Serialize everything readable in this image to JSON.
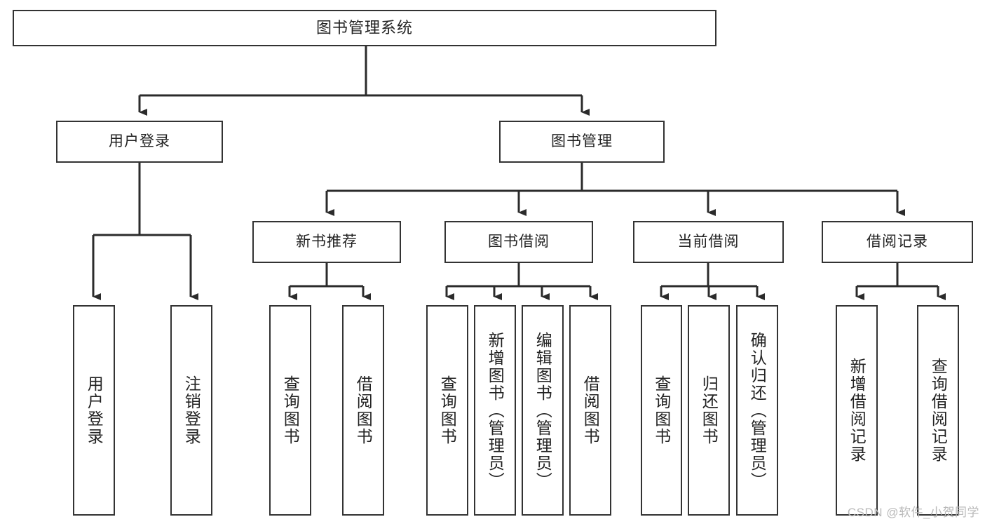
{
  "diagram": {
    "type": "hierarchy-tree",
    "title": "图书管理系统",
    "orientation": "top-down",
    "colors": {
      "box_border": "#333333",
      "box_fill": "#ffffff",
      "connector": "#2b2b2b",
      "text": "#222222",
      "watermark": "#b9b9b9",
      "background": "#ffffff"
    },
    "root": {
      "label": "图书管理系统"
    },
    "level2": [
      {
        "label": "用户登录"
      },
      {
        "label": "图书管理"
      }
    ],
    "level3": [
      {
        "label": "新书推荐"
      },
      {
        "label": "图书借阅"
      },
      {
        "label": "当前借阅"
      },
      {
        "label": "借阅记录"
      }
    ],
    "leaves": {
      "user_login": [
        {
          "label": "用户登录"
        },
        {
          "label": "注销登录"
        }
      ],
      "new_book_recommend": [
        {
          "label": "查询图书"
        },
        {
          "label": "借阅图书"
        }
      ],
      "book_borrow": [
        {
          "label": "查询图书"
        },
        {
          "label": "新增图书（管理员）"
        },
        {
          "label": "编辑图书（管理员）"
        },
        {
          "label": "借阅图书"
        }
      ],
      "current_borrow": [
        {
          "label": "查询图书"
        },
        {
          "label": "归还图书"
        },
        {
          "label": "确认归还（管理员）"
        }
      ],
      "borrow_records": [
        {
          "label": "新增借阅记录"
        },
        {
          "label": "查询借阅记录"
        }
      ]
    }
  },
  "watermark": {
    "text": "CSDN @软件_小贺同学"
  }
}
